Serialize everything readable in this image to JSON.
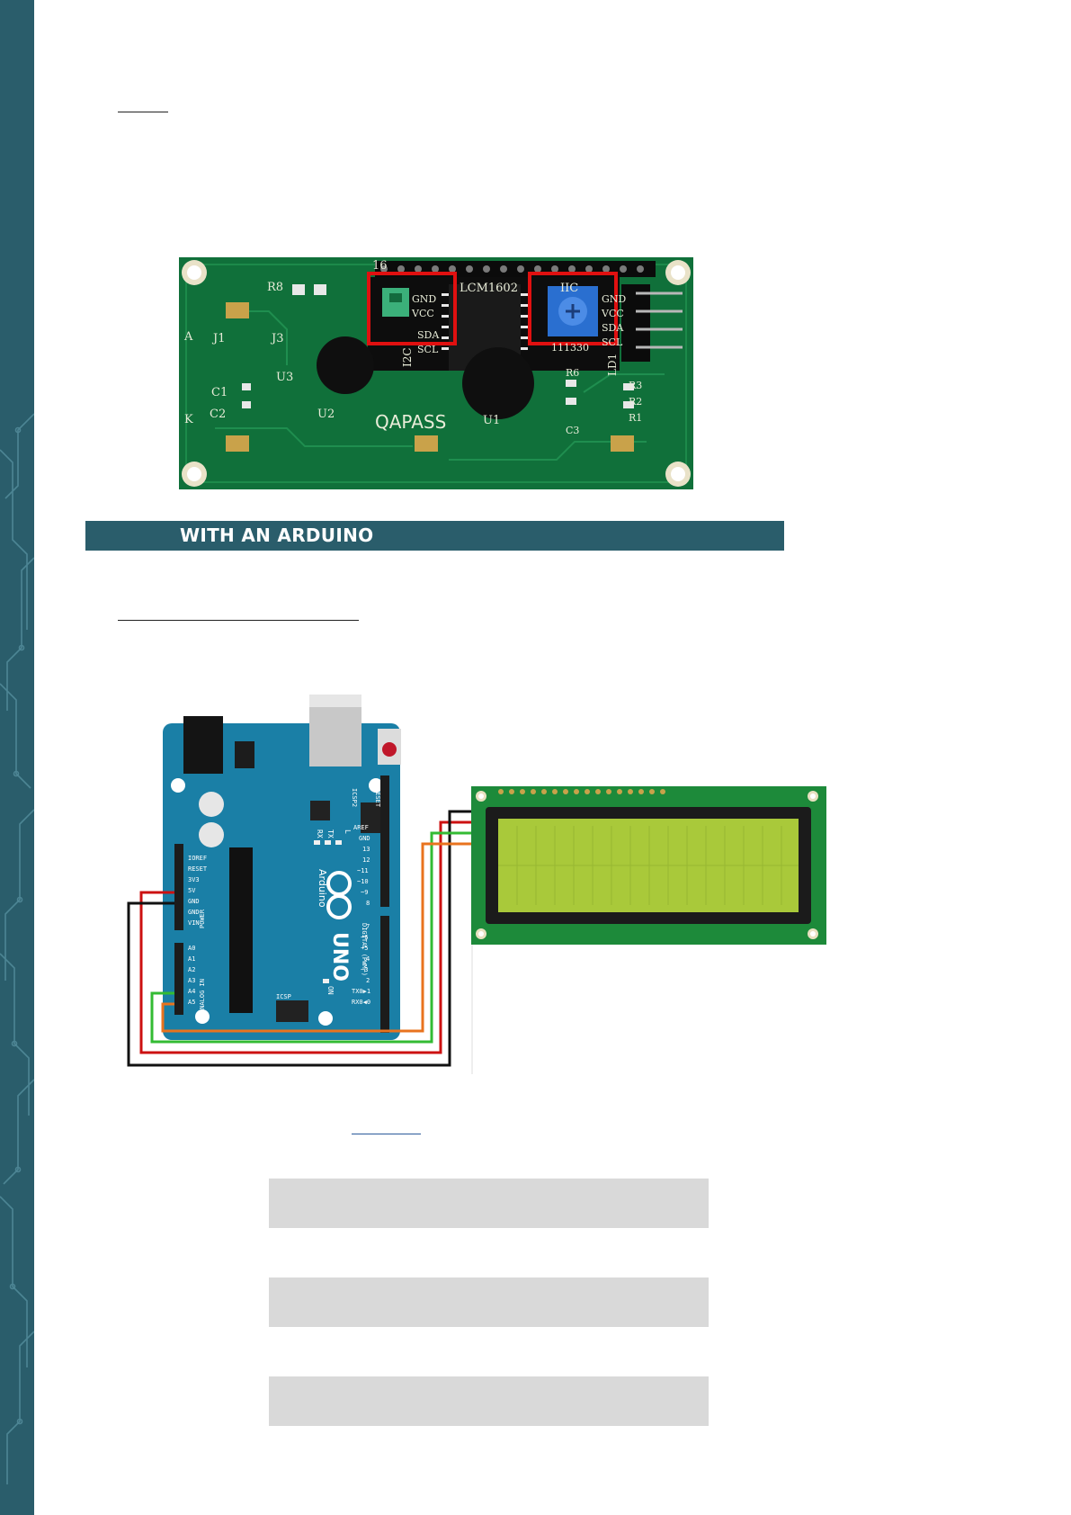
{
  "section": {
    "title": "WITH AN ARDUINO"
  },
  "figures": {
    "i2c_module": {
      "silkscreen": {
        "j1": "J1",
        "j3": "J3",
        "r8": "R8",
        "u3": "U3",
        "u2": "U2",
        "u1": "U1",
        "c1": "C1",
        "c2": "C2",
        "a": "A",
        "k": "K",
        "lcm": "LCM1602",
        "iic": "IIC",
        "brand": "QAPASS",
        "i2c": "I2C",
        "gnd": "GND",
        "vcc": "VCC",
        "sda": "SDA",
        "scl": "SCL",
        "pot": "111330",
        "r6": "R6",
        "r3": "R3",
        "r2": "R2",
        "r1": "R1",
        "c3": "C3",
        "ld1": "LD1",
        "pin16": "16"
      },
      "highlight_color": "#e01010"
    },
    "wiring": {
      "board_name": "UNO",
      "brand": "Arduino",
      "reset": "RESET",
      "icsp2": "ICSP2",
      "icsp": "ICSP",
      "tx": "TX",
      "rx": "RX",
      "l": "L",
      "on": "ON",
      "power": "POWER",
      "analog_in": "ANALOG IN",
      "digital": "DIGITAL (PWM~)",
      "left_pins": [
        "IOREF",
        "RESET",
        "3V3",
        "5V",
        "GND",
        "GND",
        "VIN"
      ],
      "analog_pins": [
        "A0",
        "A1",
        "A2",
        "A3",
        "A4",
        "A5"
      ],
      "right_pins": [
        "AREF",
        "GND",
        "13",
        "12",
        "~11",
        "~10",
        "~9",
        "8",
        "7",
        "~6",
        "~5",
        "4",
        "~3",
        "2",
        "TX0▶1",
        "RX0◀0"
      ],
      "wire_colors": {
        "vcc": "#cc1111",
        "gnd": "#111111",
        "sda": "#33bb33",
        "scl": "#e8731e"
      }
    }
  }
}
